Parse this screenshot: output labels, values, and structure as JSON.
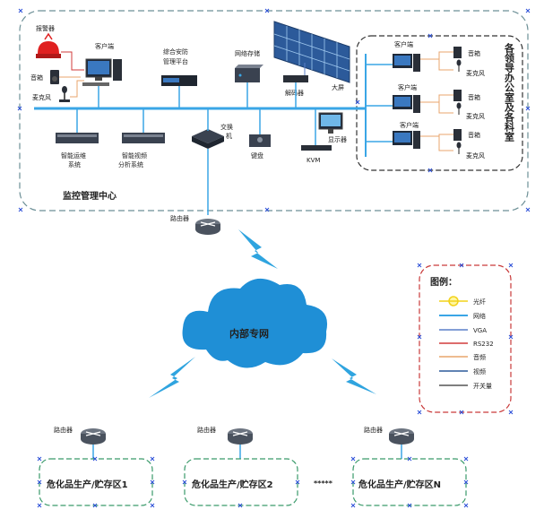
{
  "colors": {
    "network": "#3aa6e6",
    "vga": "#5a7fc8",
    "rs232": "#d23b3b",
    "audio": "#e8a56c",
    "video": "#2c5a9a",
    "switch": "#555555",
    "fiber": "#f2d21a",
    "cloud": "#1f8fd6",
    "lightning": "#2fa4df",
    "center_border": "#6c8f96",
    "right_border": "#333333",
    "legend_border": "#c93a3a",
    "zone_border": "#3a9a6a",
    "handle": "#2b4fd8"
  },
  "center": {
    "title": "监控管理中心",
    "devices": {
      "alarm": "报警器",
      "client": "客户端",
      "speaker": "音箱",
      "mic": "麦克风",
      "platform": "综合安防管理平台",
      "storage": "网络存储",
      "bigscreen": "大屏",
      "decoder": "解码器",
      "ops": "智能运维系统",
      "video_analysis": "智能视频分析系统",
      "switch": "交换机",
      "keyboard": "键盘",
      "display": "显示器",
      "kvm": "KVM"
    }
  },
  "offices": {
    "title": "各领导办公室及各科室",
    "client": "客户端",
    "speaker": "音箱",
    "mic": "麦克风"
  },
  "router_label": "路由器",
  "cloud_label": "内部专网",
  "zones": [
    "危化品生产/贮存区1",
    "危化品生产/贮存区2",
    "危化品生产/贮存区N"
  ],
  "zone_ellipsis": "*****",
  "legend": {
    "title": "图例：",
    "items": [
      "光纤",
      "网络",
      "VGA",
      "RS232",
      "音频",
      "视频",
      "开关量"
    ]
  }
}
